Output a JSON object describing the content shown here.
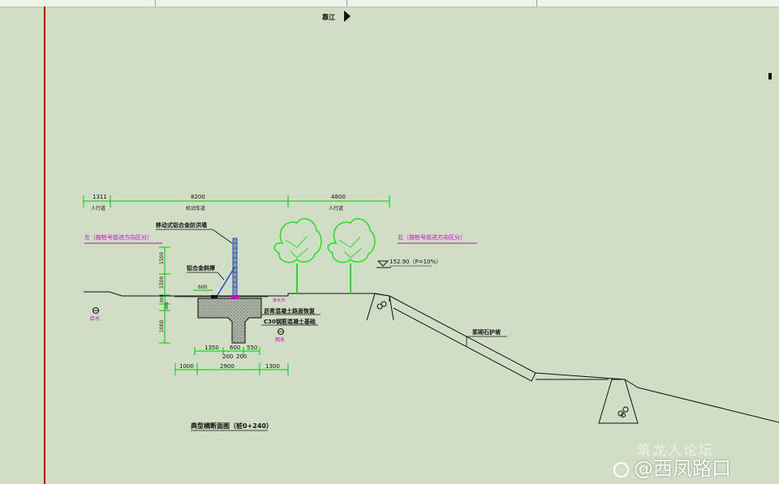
{
  "top": {
    "label": "靠江"
  },
  "dims": {
    "top_widths": [
      "1311",
      "8200",
      "4800"
    ],
    "top_names": [
      "人行道",
      "机动车道",
      "人行道"
    ],
    "left_side": "左（按桩号前进方向区分）",
    "right_side": "右（按桩号前进方向区分）",
    "vert": [
      "1500",
      "1500",
      "650",
      "300",
      "1000"
    ],
    "slab": "600",
    "base": [
      "1350",
      "600",
      "550"
    ],
    "base_sub": [
      "200",
      "200"
    ],
    "bottom": [
      "1000",
      "2900",
      "1300"
    ]
  },
  "labels": {
    "flood_wall": "移动式铝合金防洪墙",
    "brace": "铝合金斜撑",
    "restore": "沥青混凝土路面恢复",
    "foundation": "C30钢筋混凝土基础",
    "drain_small": "排水沟",
    "grade": "152.90（P=10%）",
    "slope": "浆砌石护坡",
    "water_left": "给水",
    "water_mid": "雨水",
    "caption": "典型横断面图（桩0+240）"
  },
  "watermark": {
    "site": "筑龙人论坛",
    "brand": "@西凤路口"
  },
  "colors": {
    "dim": "#00cc00",
    "text": "#111111",
    "magenta": "#cc00cc",
    "tree": "#22e022",
    "redline": "#d00000"
  }
}
